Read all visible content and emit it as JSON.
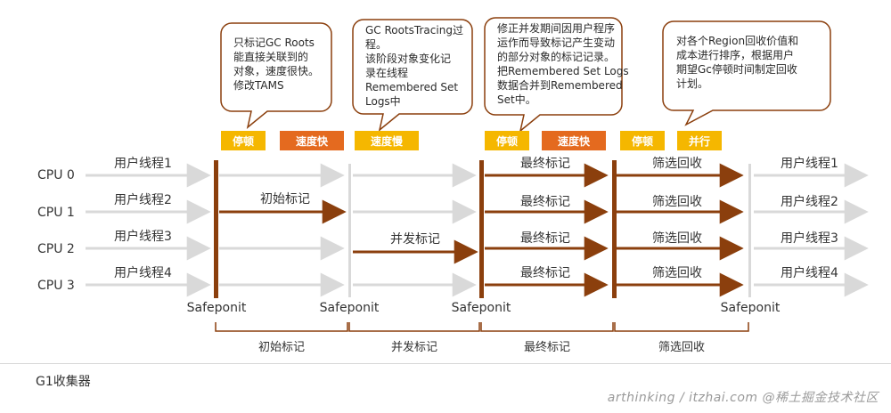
{
  "bubbles": [
    {
      "lines": [
        "只标记GC Roots",
        "能直接关联到的",
        "对象，速度很快。",
        "修改TAMS"
      ]
    },
    {
      "lines": [
        "GC RootsTracing过",
        "程。",
        "该阶段对象变化记",
        "录在线程",
        "Remembered Set",
        "Logs中"
      ]
    },
    {
      "lines": [
        "修正并发期间因用户程序",
        "运作而导致标记产生变动",
        "的部分对象的标记记录。",
        "把Remembered Set Logs",
        "数据合并到Remembered",
        "Set中。"
      ]
    },
    {
      "lines": [
        "对各个Region回收价值和",
        "成本进行排序，根据用户",
        "期望Gc停顿时间制定回收",
        "计划。"
      ]
    }
  ],
  "tags": [
    {
      "label": "停顿",
      "style": "yellow"
    },
    {
      "label": "速度快",
      "style": "orange"
    },
    {
      "label": "速度慢",
      "style": "yellow"
    },
    {
      "label": "停顿",
      "style": "yellow"
    },
    {
      "label": "速度快",
      "style": "orange"
    },
    {
      "label": "停顿",
      "style": "yellow"
    },
    {
      "label": "并行",
      "style": "yellow"
    }
  ],
  "cpus": [
    "CPU 0",
    "CPU 1",
    "CPU 2",
    "CPU 3"
  ],
  "user_threads": [
    "用户线程1",
    "用户线程2",
    "用户线程3",
    "用户线程4"
  ],
  "phase_labels": {
    "initial": "初始标记",
    "concurrent": "并发标记",
    "final": "最终标记",
    "cleanup": "筛选回收"
  },
  "safepoint_label": "Safeponit",
  "bottom_phases": [
    "初始标记",
    "并发标记",
    "最终标记",
    "筛选回收"
  ],
  "footer_label": "G1收集器",
  "watermark": "arthinking / itzhai.com  @稀土掘金技术社区",
  "colors": {
    "active_arrow": "#8b3f0d",
    "idle_arrow": "#d9d9d9",
    "tag_yellow": "#f5b700",
    "tag_orange": "#e46a1f",
    "bubble_border": "#8b3f0d"
  }
}
